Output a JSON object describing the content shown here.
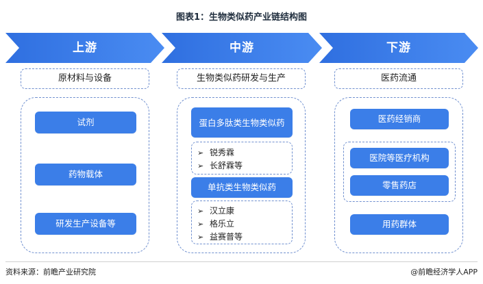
{
  "title": "图表1：生物类似药产业链结构图",
  "stages": [
    {
      "label": "上游",
      "category": "原材料与设备"
    },
    {
      "label": "中游",
      "category": "生物类似药研发与生产"
    },
    {
      "label": "下游",
      "category": "医药流通"
    }
  ],
  "upstream": {
    "items": [
      "试剂",
      "药物载体",
      "研发生产设备等"
    ]
  },
  "midstream": {
    "group1": {
      "title": "蛋白多肽类生物类似药",
      "companies": [
        "锐秀霖",
        "长舒霖等"
      ]
    },
    "group2": {
      "title": "单抗类生物类似药",
      "companies": [
        "汉立康",
        "格乐立",
        "益赛普等"
      ]
    }
  },
  "downstream": {
    "items": [
      "医药经销商",
      "医院等医疗机构",
      "零售药店",
      "用药群体"
    ]
  },
  "footer": {
    "source": "资料来源：前瞻产业研究院",
    "brand": "@前瞻经济学人APP"
  },
  "colors": {
    "primary": "#2f6fe0",
    "chevron_gradient_end": "#4a8cf2",
    "dash": "#6f8fcf"
  }
}
